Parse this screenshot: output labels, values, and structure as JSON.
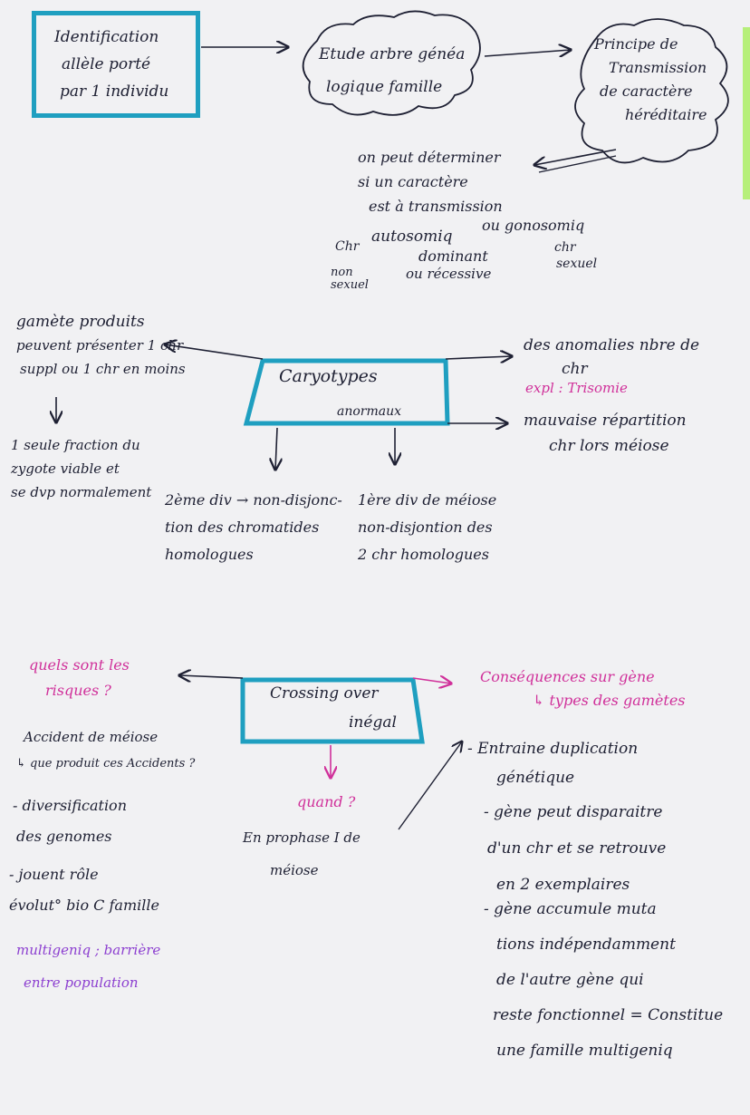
{
  "colors": {
    "ink": "#1e2033",
    "accent_box": "#1f9fc0",
    "pink": "#d0309a",
    "violet": "#8c3fd0",
    "edge_green": "#b6ef7a",
    "paper": "#f1f1f3"
  },
  "top": {
    "box1": [
      "Identification",
      "allèle porté",
      "par 1 individu"
    ],
    "cloud": [
      "Etude arbre généa",
      "logique famille"
    ],
    "cloud_right": [
      "Principe de",
      "Transmission",
      "de caractère",
      "héréditaire"
    ],
    "determine": [
      "on peut déterminer",
      "si un caractère",
      "est à transmission"
    ],
    "chr_auto": "Chr",
    "autosomiq": "autosomiq",
    "ou_gono": "ou gonosomiq",
    "dominant": "dominant",
    "ou_recessive": "ou récessive",
    "non_sexuel": [
      "non",
      "sexuel"
    ],
    "chr_sexuel": [
      "chr",
      "sexuel"
    ]
  },
  "middle": {
    "gamete_left": [
      "gamète produits",
      "peuvent présenter 1 chr",
      "suppl ou 1 chr en moins"
    ],
    "zygote": [
      "1 seule fraction du",
      "zygote viable et",
      "se dvp normalement"
    ],
    "box_label": "Caryotypes",
    "box_sub": "anormaux",
    "anomalies": [
      "des anomalies nbre de",
      "chr"
    ],
    "expl": "expl : Trisomie",
    "mauvaise": [
      "mauvaise répartition",
      "chr lors méiose"
    ],
    "second_div": [
      "2ème div → non-disjonc-",
      "tion des chromatides",
      "homologues"
    ],
    "first_div": [
      "1ère div de méiose",
      "non-disjontion des",
      "2 chr homologues"
    ]
  },
  "bottom": {
    "quels": [
      "quels sont les",
      "risques ?"
    ],
    "accident": "Accident de méiose",
    "que_produit": "↳ que produit ces Accidents ?",
    "diversification": [
      "- diversification",
      "des genomes"
    ],
    "jouent": [
      "- jouent rôle",
      "évolut° bio C famille"
    ],
    "multigenic": [
      "multigeniq ; barrière",
      "entre population"
    ],
    "box_label": "Crossing over",
    "box_sub": "inégal",
    "quand": "quand ?",
    "prophase": [
      "En prophase I de",
      "méiose"
    ],
    "consequences": "Conséquences sur gène",
    "types": "↳ types des gamètes",
    "entraine": [
      "- Entraine duplication",
      "génétique"
    ],
    "gene_peut": [
      "- gène peut disparaitre",
      "d'un chr et se retrouve",
      "en 2 exemplaires"
    ],
    "gene_accumule": [
      "- gène accumule muta",
      "tions indépendamment",
      "de l'autre gène qui",
      "reste fonctionnel = Constitue",
      "une famille multigeniq"
    ]
  }
}
